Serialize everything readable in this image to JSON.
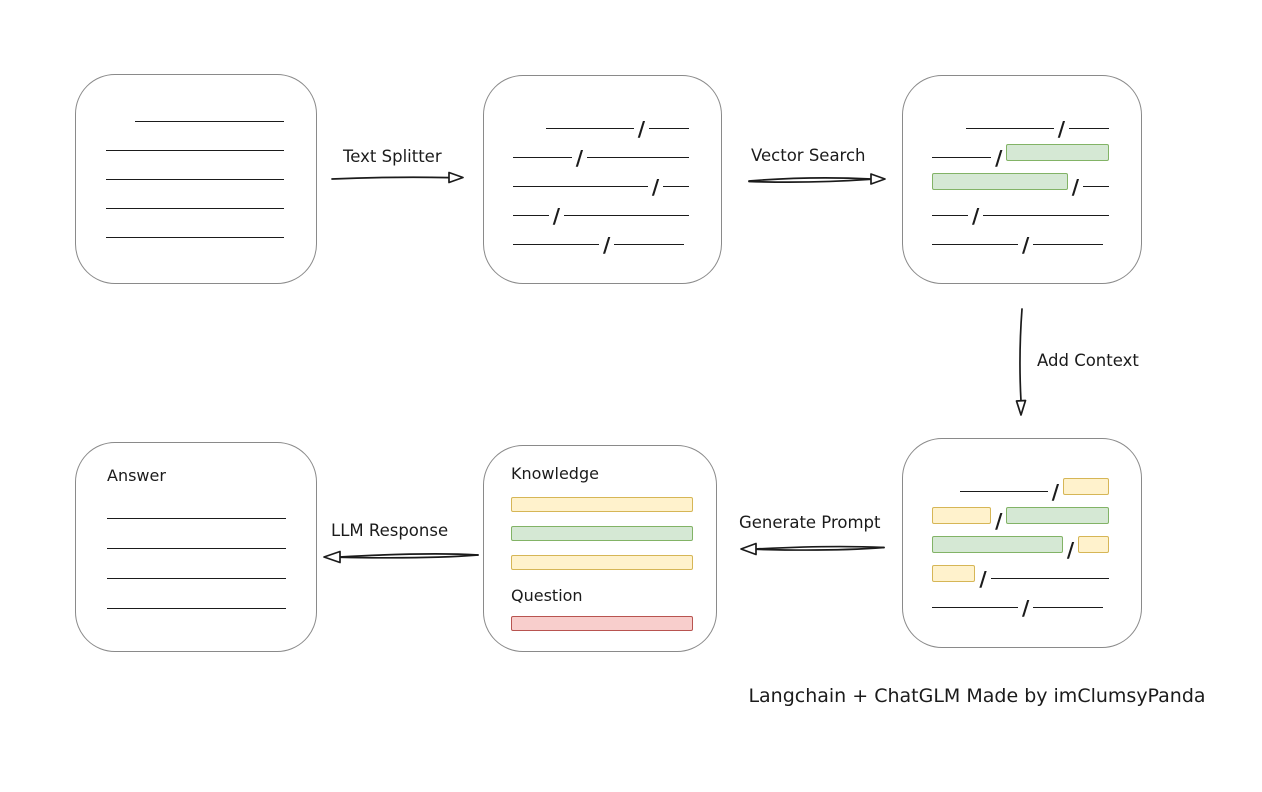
{
  "caption": "Langchain + ChatGLM Made by imClumsyPanda",
  "colors": {
    "ink": "#1b1b1b",
    "box_border": "#8a8a8a",
    "green_fill": "#d5e8d4",
    "green_border": "#82b366",
    "yellow_fill": "#fff2cc",
    "yellow_border": "#d6b656",
    "red_fill": "#f8cecc",
    "red_border": "#b85450"
  },
  "arrows": {
    "text_splitter": {
      "label": "Text Splitter",
      "direction": "right"
    },
    "vector_search": {
      "label": "Vector Search",
      "direction": "right"
    },
    "add_context": {
      "label": "Add Context",
      "direction": "down"
    },
    "generate_prompt": {
      "label": "Generate Prompt",
      "direction": "left"
    },
    "llm_response": {
      "label": "LLM Response",
      "direction": "left"
    }
  },
  "boxes": {
    "source_document": {
      "rows": [
        {
          "align": "end",
          "segs": [
            {
              "t": "line",
              "w": 149
            }
          ]
        },
        {
          "segs": [
            {
              "t": "line",
              "w": 180
            }
          ]
        },
        {
          "segs": [
            {
              "t": "line",
              "w": 180
            }
          ]
        },
        {
          "segs": [
            {
              "t": "line",
              "w": 180
            }
          ]
        },
        {
          "segs": [
            {
              "t": "line",
              "w": 180
            }
          ]
        }
      ]
    },
    "split_chunks": {
      "rows": [
        {
          "align": "end",
          "segs": [
            {
              "t": "line",
              "w": 88
            },
            {
              "t": "line",
              "w": 40
            }
          ]
        },
        {
          "segs": [
            {
              "t": "line",
              "w": 60
            },
            {
              "t": "line",
              "w": 104
            }
          ]
        },
        {
          "segs": [
            {
              "t": "line",
              "w": 136
            },
            {
              "t": "line",
              "w": 26
            }
          ]
        },
        {
          "segs": [
            {
              "t": "line",
              "w": 36
            },
            {
              "t": "line",
              "w": 126
            }
          ]
        },
        {
          "segs": [
            {
              "t": "line",
              "w": 86
            },
            {
              "t": "line",
              "w": 70
            }
          ]
        }
      ]
    },
    "search_results": {
      "rows": [
        {
          "align": "end",
          "segs": [
            {
              "t": "line",
              "w": 88
            },
            {
              "t": "line",
              "w": 40
            }
          ]
        },
        {
          "segs": [
            {
              "t": "line",
              "w": 60
            },
            {
              "t": "green",
              "w": 104
            }
          ]
        },
        {
          "segs": [
            {
              "t": "green",
              "w": 136
            },
            {
              "t": "line",
              "w": 26
            }
          ]
        },
        {
          "segs": [
            {
              "t": "line",
              "w": 36
            },
            {
              "t": "line",
              "w": 126
            }
          ]
        },
        {
          "segs": [
            {
              "t": "line",
              "w": 86
            },
            {
              "t": "line",
              "w": 70
            }
          ]
        }
      ]
    },
    "context_chunks": {
      "rows": [
        {
          "align": "end",
          "segs": [
            {
              "t": "line",
              "w": 88
            },
            {
              "t": "yellow",
              "w": 46
            }
          ]
        },
        {
          "segs": [
            {
              "t": "yellow",
              "w": 60
            },
            {
              "t": "green",
              "w": 104
            }
          ]
        },
        {
          "segs": [
            {
              "t": "green",
              "w": 136
            },
            {
              "t": "yellow",
              "w": 32
            }
          ]
        },
        {
          "segs": [
            {
              "t": "yellow",
              "w": 44
            },
            {
              "t": "line",
              "w": 120
            }
          ]
        },
        {
          "segs": [
            {
              "t": "line",
              "w": 86
            },
            {
              "t": "line",
              "w": 70
            }
          ]
        }
      ]
    },
    "prompt": {
      "knowledge_label": "Knowledge",
      "question_label": "Question",
      "knowledge_bars": [
        "yellow",
        "green",
        "yellow"
      ],
      "question_bars": [
        "red"
      ]
    },
    "answer": {
      "label": "Answer",
      "rows": [
        {
          "segs": [
            {
              "t": "line",
              "w": 179
            }
          ]
        },
        {
          "segs": [
            {
              "t": "line",
              "w": 179
            }
          ]
        },
        {
          "segs": [
            {
              "t": "line",
              "w": 179
            }
          ]
        },
        {
          "segs": [
            {
              "t": "line",
              "w": 179
            }
          ]
        }
      ]
    }
  }
}
